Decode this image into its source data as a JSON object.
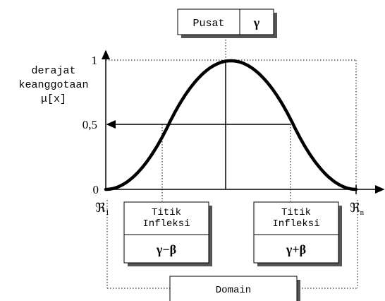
{
  "curve": {
    "center": 0.5,
    "inflection_left": 0.25,
    "inflection_right": 0.75,
    "membership_max": 1,
    "membership_half": 0.5
  },
  "labels": {
    "y_axis": [
      "derajat",
      "keanggotaan",
      "μ[x]"
    ],
    "y_tick_one": "1",
    "y_tick_half": "0,5",
    "y_tick_zero": "0",
    "x_left": "ℜ",
    "x_left_sub": "1",
    "x_right": "ℜ",
    "x_right_sub": "n"
  },
  "boxes": {
    "pusat_label": "Pusat",
    "pusat_value": "γ",
    "left_title": [
      "Titik",
      "Infleksi"
    ],
    "left_value": "γ−β",
    "right_title": [
      "Titik",
      "Infleksi"
    ],
    "right_value": "γ+β",
    "domain_label": "Domain"
  },
  "colors": {
    "line": "#000000",
    "shadow": "#555555",
    "box_fill": "#ffffff"
  }
}
